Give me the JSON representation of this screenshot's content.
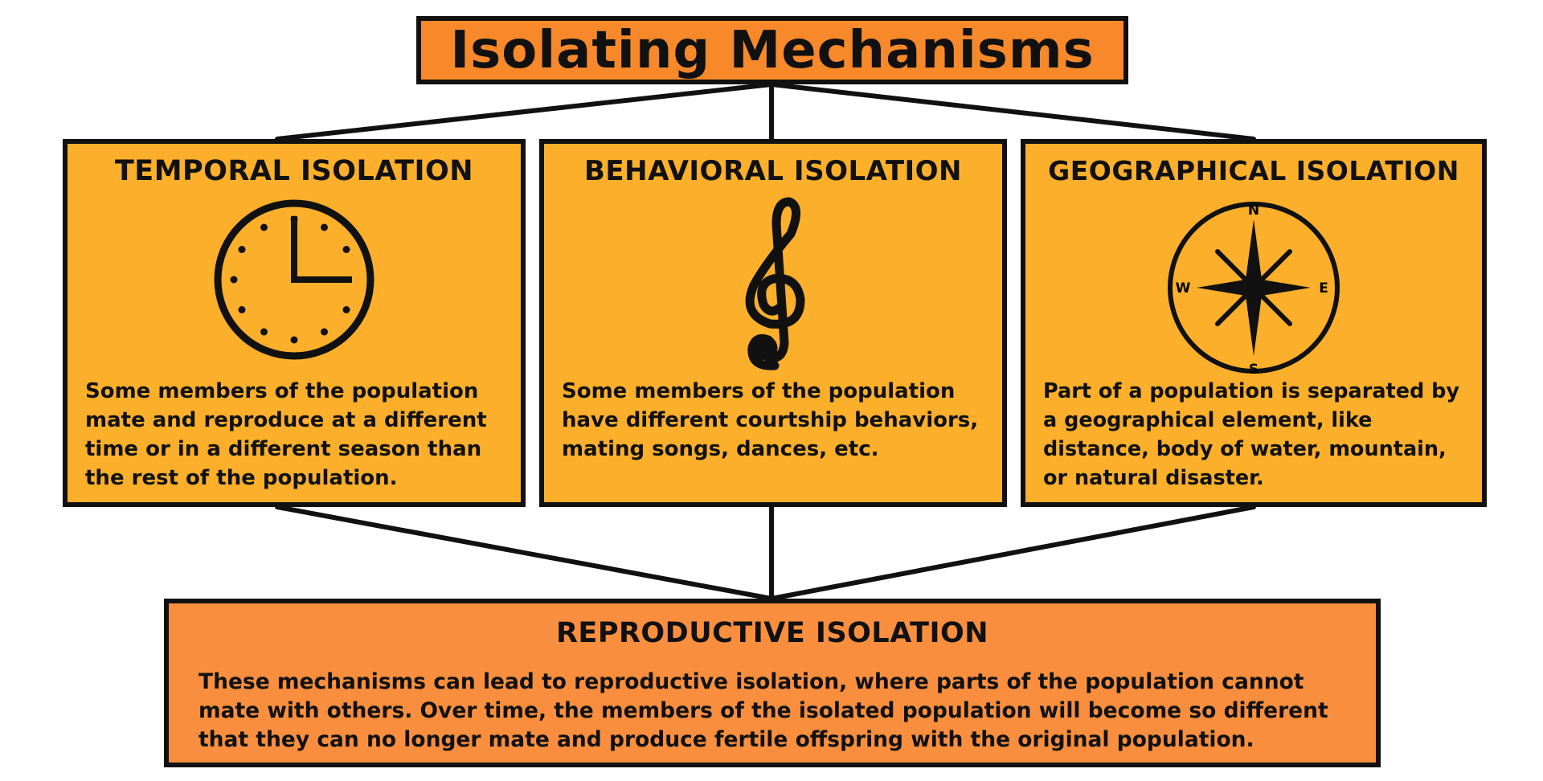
{
  "title": "Isolating Mechanisms",
  "cards": [
    {
      "heading": "TEMPORAL ISOLATION",
      "icon": "clock-icon",
      "text": "Some members of the population mate and reproduce at a different time or in a different season than the rest of the population."
    },
    {
      "heading": "BEHAVIORAL ISOLATION",
      "icon": "treble-clef-icon",
      "text": "Some members of the population have different courtship behaviors, mating songs, dances, etc."
    },
    {
      "heading": "GEOGRAPHICAL ISOLATION",
      "icon": "compass-icon",
      "text": "Part of a population is separated by a geographical element, like distance, body of water, mountain, or natural disaster."
    }
  ],
  "compass": {
    "north": "N",
    "south": "S",
    "east": "E",
    "west": "W"
  },
  "result": {
    "heading": "REPRODUCTIVE ISOLATION",
    "text": "These mechanisms can lead to reproductive isolation, where parts of the population cannot mate with others. Over time, the members of the isolated population will become so different that they can no longer mate and produce fertile offspring with the original population."
  },
  "colors": {
    "title_fill": "#f7892a",
    "card_fill": "#fbaf2b",
    "result_fill": "#f98f3e",
    "outline": "#111111"
  }
}
